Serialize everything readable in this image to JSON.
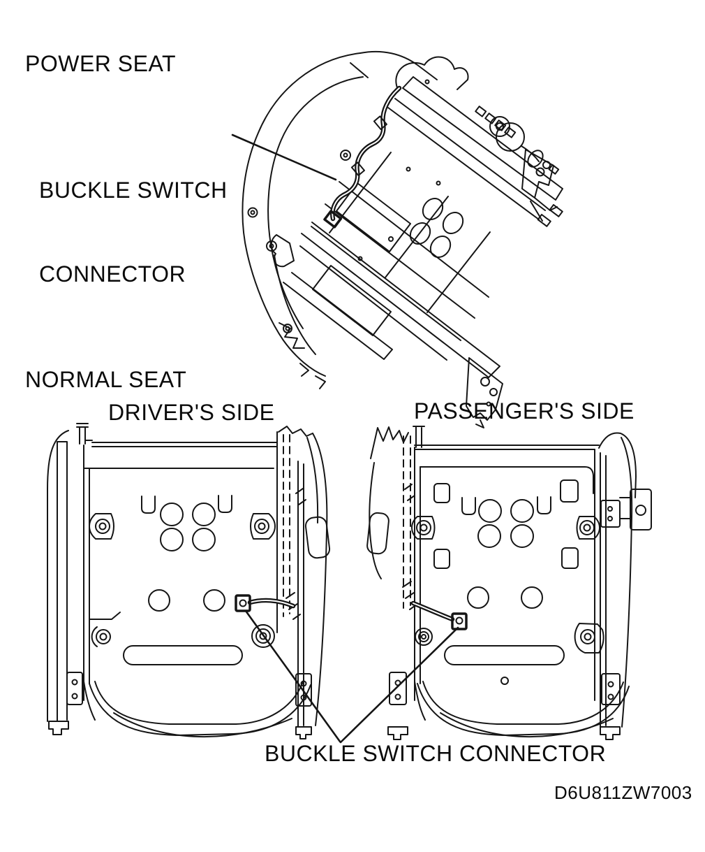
{
  "figure": {
    "background": "#ffffff",
    "line_color": "#151515",
    "power_seat": {
      "title": "POWER SEAT",
      "callout": {
        "line1": "BUCKLE SWITCH",
        "line2": "CONNECTOR"
      }
    },
    "normal_seat": {
      "title": "NORMAL SEAT",
      "driver_label": "DRIVER'S SIDE",
      "passenger_label": "PASSENGER'S SIDE",
      "callout": "BUCKLE SWITCH CONNECTOR"
    },
    "figure_code": "D6U811ZW7003"
  }
}
